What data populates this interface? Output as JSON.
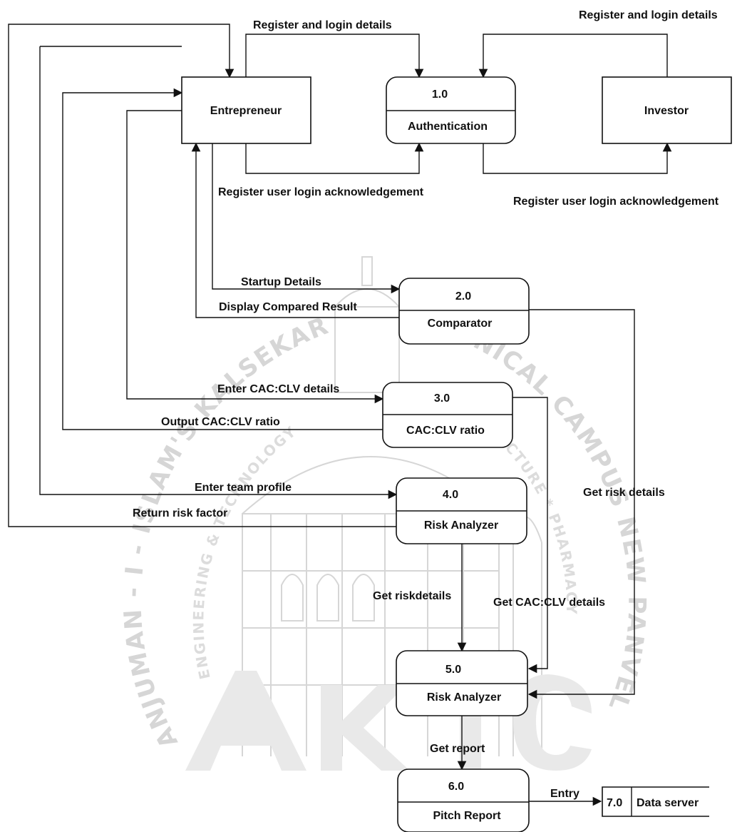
{
  "entities": {
    "entrepreneur": "Entrepreneur",
    "investor": "Investor"
  },
  "processes": {
    "p1": {
      "number": "1.0",
      "name": "Authentication"
    },
    "p2": {
      "number": "2.0",
      "name": "Comparator"
    },
    "p3": {
      "number": "3.0",
      "name": "CAC:CLV ratio"
    },
    "p4": {
      "number": "4.0",
      "name": "Risk Analyzer"
    },
    "p5": {
      "number": "5.0",
      "name": "Risk Analyzer"
    },
    "p6": {
      "number": "6.0",
      "name": "Pitch Report"
    }
  },
  "datastore": {
    "number": "7.0",
    "name": "Data server"
  },
  "flows": {
    "ent_register": "Register and login details",
    "inv_register": "Register and login details",
    "ent_ack": "Register user login acknowledgement",
    "inv_ack": "Register user login acknowledgement",
    "startup_details": "Startup Details",
    "display_result": "Display Compared Result",
    "enter_cac": "Enter CAC:CLV details",
    "output_cac": "Output CAC:CLV ratio",
    "enter_team": "Enter team profile",
    "return_risk": "Return risk factor",
    "get_risk_details": "Get risk details",
    "get_riskdetails": "Get riskdetails",
    "get_cac_details": "Get CAC:CLV details",
    "get_report": "Get report",
    "entry": "Entry"
  },
  "watermark": {
    "arc_left": "ANJUMAN - I - ISLAM'S KALSEKAR",
    "arc_right": "TECHNICAL CAMPUS NEW PANVEL",
    "inner_left": "ENGINEERING & TECHNOLOGY",
    "inner_right": "ARCHITECTURE * PHARMACY",
    "logo": "AKTC"
  }
}
